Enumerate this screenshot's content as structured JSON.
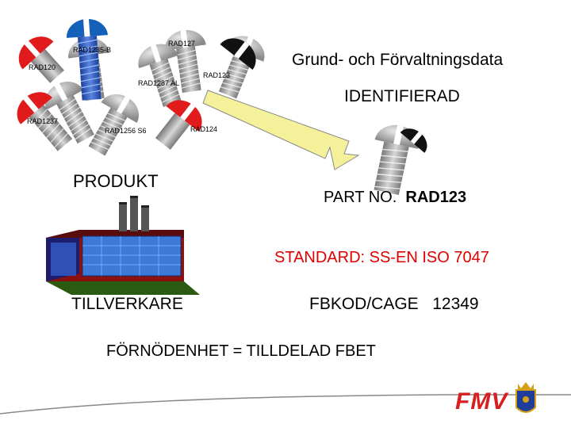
{
  "screws": {
    "rad1235b": "RAD1235-B",
    "rad127": "RAD127",
    "rad120": "RAD120",
    "rad123": "RAD123",
    "rad1287al": "RAD1287 AL",
    "rad1237": "RAD1237",
    "rad1256s6": "RAD1256 S6",
    "rad124": "RAD124"
  },
  "title": "Grund- och Förvaltningsdata",
  "identified": "IDENTIFIERAD",
  "product": "PRODUKT",
  "part_no_label": "PART NO.",
  "part_no_value": "RAD123",
  "standard": "STANDARD: SS-EN ISO 7047",
  "manufacturer": "TILLVERKARE",
  "fbkod": "FBKOD/CAGE",
  "fbkod_value": "12349",
  "footer": "FÖRNÖDENHET = TILLDELAD FBET",
  "logo_text": "FMV",
  "colors": {
    "red_head": "#e11b1b",
    "blue_head": "#1560b8",
    "grey": "#9a9a9a",
    "arrow": "#f4f19a",
    "standard_red": "#e00000",
    "logo_red": "#d81e1e"
  }
}
